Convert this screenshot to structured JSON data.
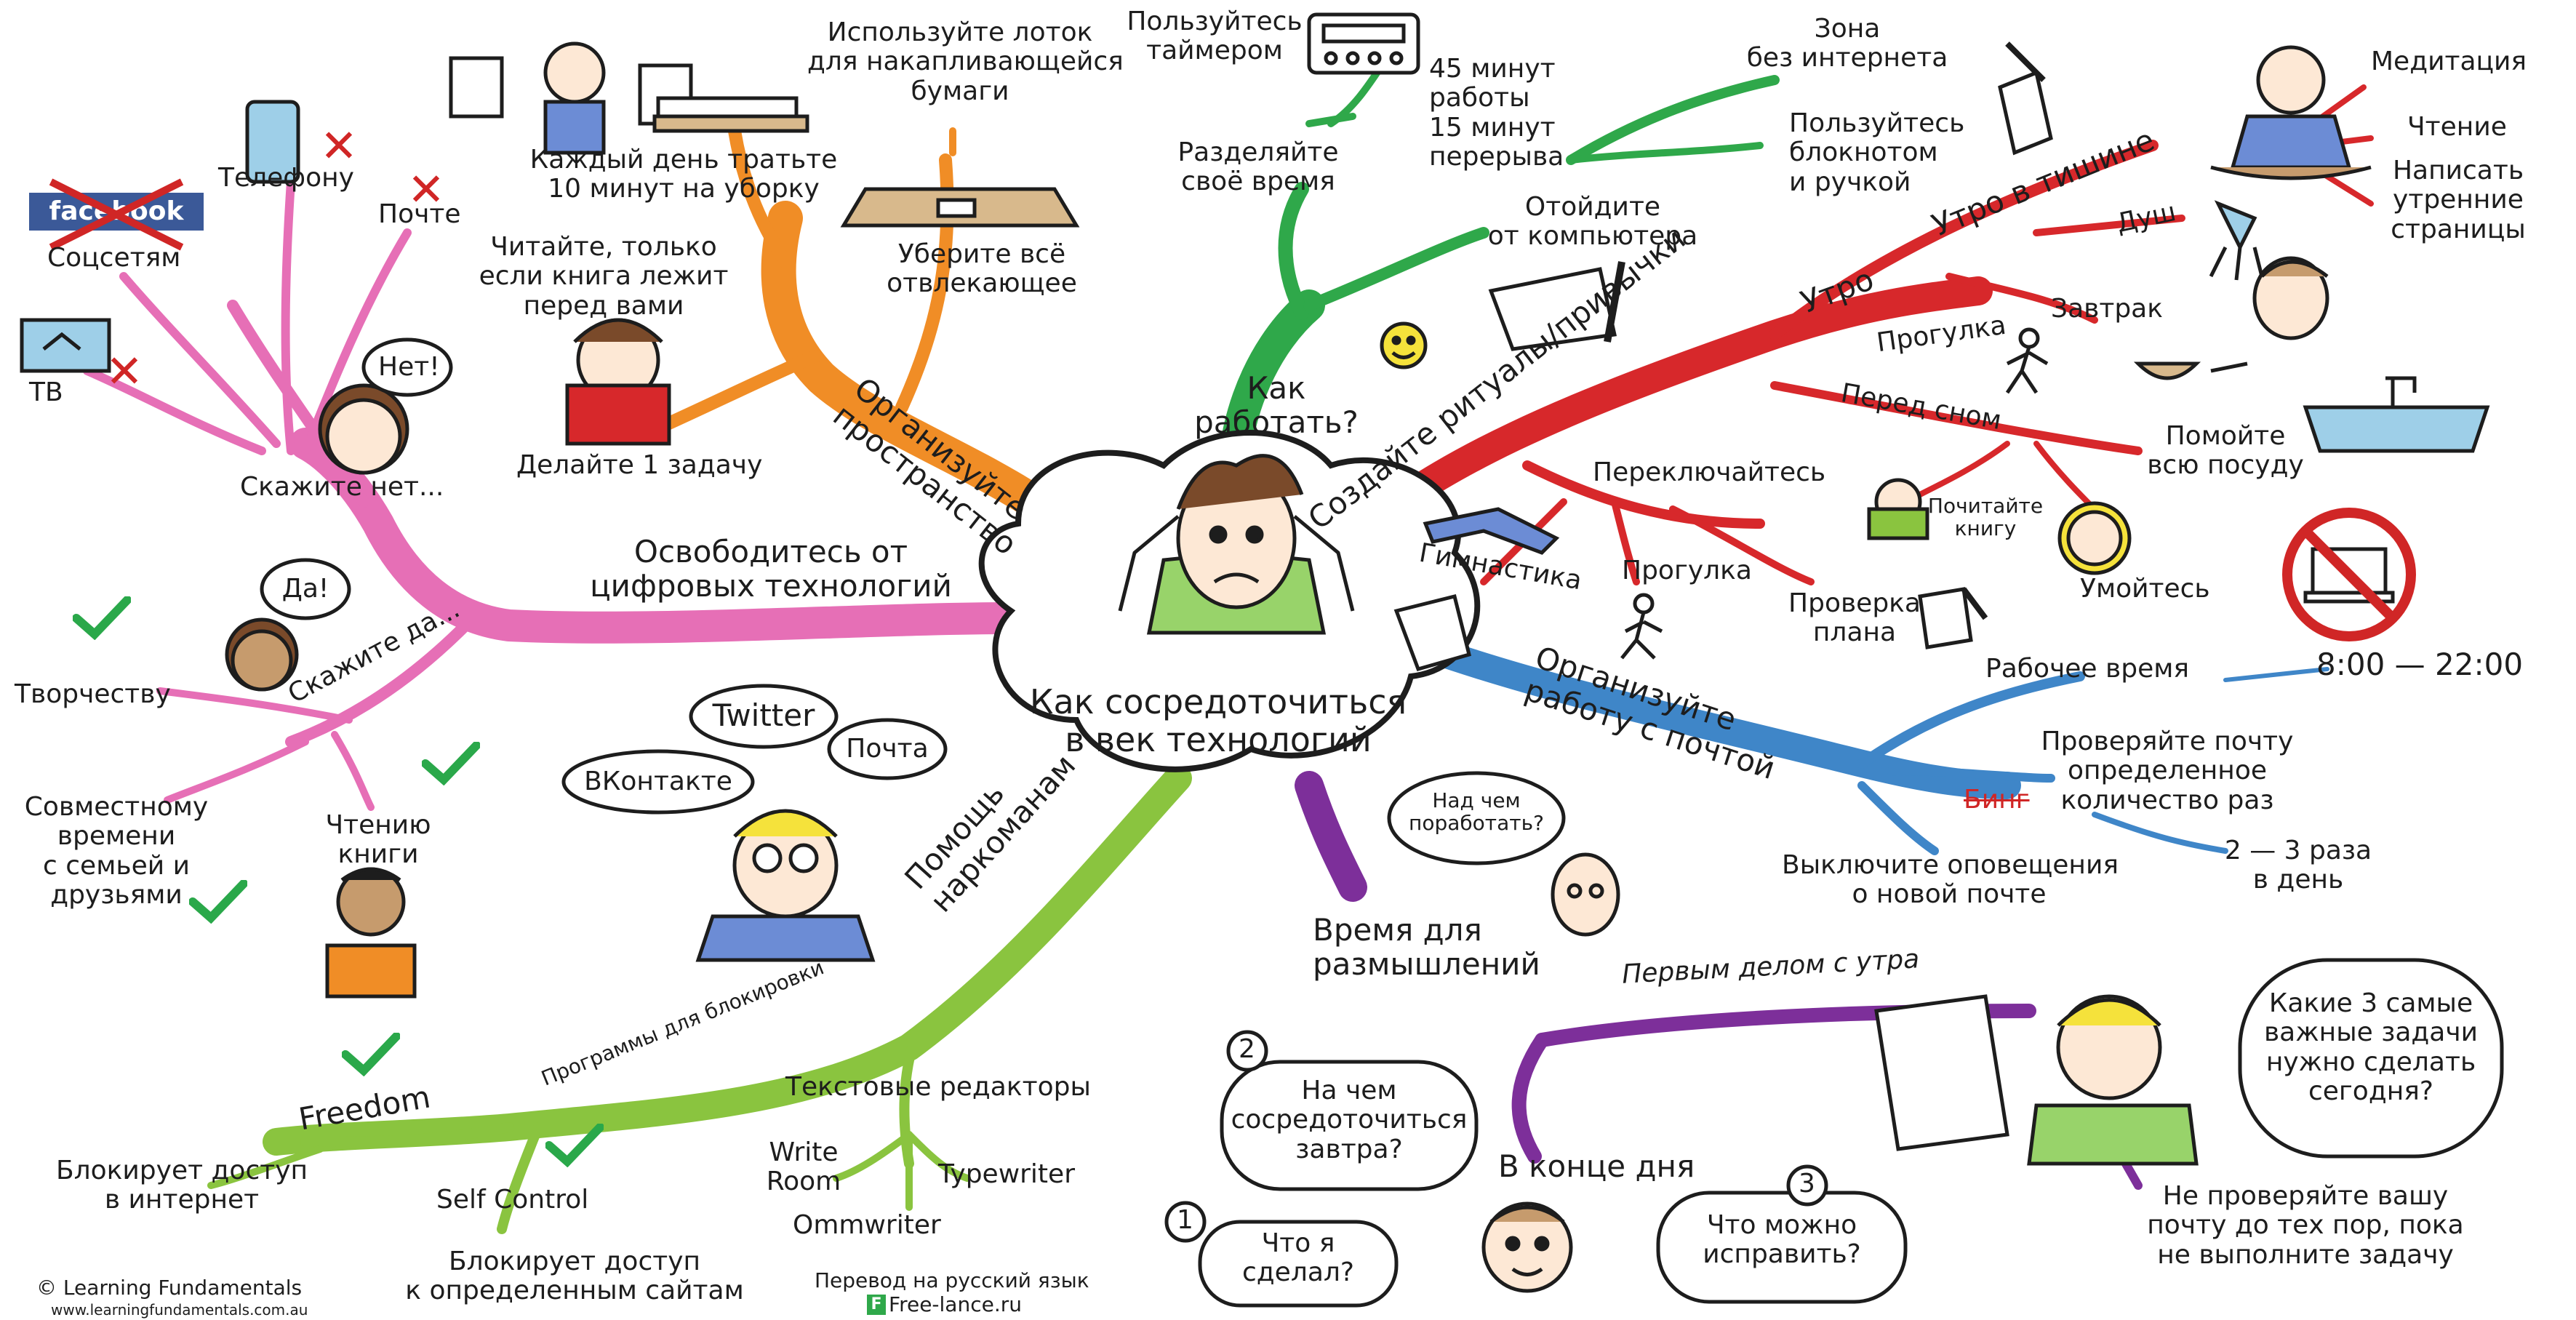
{
  "center": {
    "title": "Как сосредоточиться\nв век технологий"
  },
  "colors": {
    "space": "#f08d26",
    "work": "#2fa84a",
    "rituals": "#d7282b",
    "mail": "#3f86c8",
    "reflection": "#7d2f9a",
    "help": "#8ac43f",
    "digital": "#e66fb6",
    "check": "#2aa84a",
    "cross": "#d02626"
  },
  "space_branch": {
    "label": "Организуйте\nпространство",
    "tray": "Используйте лоток\nдля накапливающейся\nбумаги",
    "cleanup": "Каждый день тратьте\n10 минут на уборку",
    "remove": "Уберите всё\nотвлекающее",
    "read": "Читайте, только\nесли книга лежит\nперед вами",
    "one_task": "Делайте 1 задачу"
  },
  "work_branch": {
    "label": "Как\nработать?",
    "timer": "Пользуйтесь\nтаймером",
    "split": "Разделяйте\nсвоё время",
    "intervals": "45 минут\nработы\n15 минут\nперерыва",
    "no_internet": "Зона\nбез интернета",
    "notepad": "Пользуйтесь\nблокнотом\nи ручкой",
    "step_away": "Отойдите\nот компьютера"
  },
  "rituals_branch": {
    "label": "Создайте ритуалы/привычки",
    "quiet_morning": "Утро в тишине",
    "morning": "Утро",
    "meditation": "Медитация",
    "reading": "Чтение",
    "pages": "Написать\nутренние\nстраницы",
    "shower": "Душ",
    "walk_morning": "Прогулка",
    "breakfast": "Завтрак",
    "before_sleep": "Перед сном",
    "dishes": "Помойте\nвсю посуду",
    "read_book": "Почитайте\nкнигу",
    "wash": "Умойтесь",
    "switch": "Переключайтесь",
    "gymnastics": "Гимнастика",
    "walk": "Прогулка",
    "plan": "Проверка\nплана"
  },
  "mail_branch": {
    "label": "Организуйте\nработу с почтой",
    "work_time": "Рабочее время",
    "hours": "8:00 — 22:00",
    "check_mail": "Проверяйте почту\nопределенное\nколичество раз",
    "times": "2 — 3 раза\nв день",
    "notifications": "Выключите оповещения\nо новой почте",
    "bing": "Бинг"
  },
  "reflection_branch": {
    "label": "Время для\nразмышлений",
    "what_work": "Над чем\nпоработать?",
    "first_thing": "Первым делом с утра",
    "top3": "Какие 3 самые\nважные задачи\nнужно сделать\nсегодня?",
    "dont_check": "Не проверяйте вашу\nпочту до тех пор, пока\nне выполните задачу",
    "end_of_day": "В конце дня",
    "n1": "1",
    "q1": "Что я\nсделал?",
    "n2": "2",
    "q2": "На чем\nсосредоточиться\nзавтра?",
    "n3": "3",
    "q3": "Что можно\nисправить?"
  },
  "help_branch": {
    "label": "Помощь\nнаркоманам",
    "twitter": "Twitter",
    "mail": "Почта",
    "vk": "ВКонтакте",
    "block_programs": "Программы для блокировки",
    "freedom": "Freedom",
    "freedom_desc": "Блокирует доступ\nв интернет",
    "selfcontrol": "Self Control",
    "selfcontrol_desc": "Блокирует доступ\nк определенным сайтам",
    "editors": "Текстовые редакторы",
    "writeroom": "Write\nRoom",
    "typewriter": "Typewriter",
    "ommwriter": "Ommwriter"
  },
  "digital_branch": {
    "label": "Освободитесь от\nцифровых технологий",
    "say_no": "Скажите нет...",
    "no": "Нет!",
    "phone": "Телефону",
    "mail": "Почте",
    "social": "Соцсетям",
    "tv": "ТВ",
    "facebook": "facebook",
    "say_yes": "Скажите да...",
    "yes": "Да!",
    "creativity": "Творчеству",
    "family": "Совместному\nвремени\nс семьей и\nдрузьями",
    "reading": "Чтению\nкниги"
  },
  "footer": {
    "copyright": "© Learning Fundamentals",
    "site": "www.learningfundamentals.com.au",
    "translation": "Перевод на русский язык",
    "freelance": "Free-lance.ru",
    "fl_logo": "F"
  }
}
